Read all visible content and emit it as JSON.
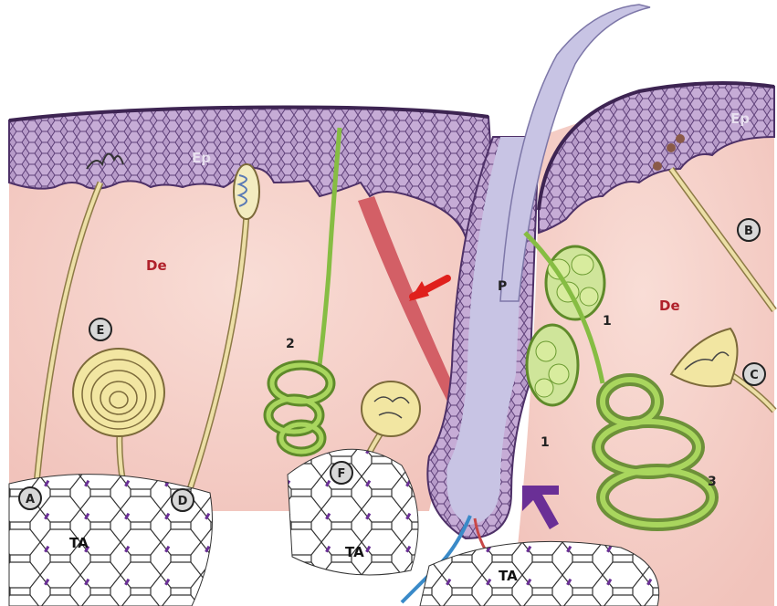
{
  "labels": {
    "ep_left": "Ep",
    "ep_right": "Ep",
    "de_left": "De",
    "de_right": "De",
    "ta_left": "TA",
    "ta_center": "TA",
    "ta_right": "TA",
    "p": "P",
    "gland_1_upper": "1",
    "gland_1_lower": "1",
    "gland_2": "2",
    "gland_3": "3"
  },
  "receptors": {
    "a": "A",
    "b": "B",
    "c": "C",
    "d": "D",
    "e": "E",
    "f": "F"
  },
  "colors": {
    "epidermis": "#9a7ab0",
    "dermis": "#f6d4ce",
    "hair_shaft": "#c8c4e4",
    "gland_green": "#86bd43",
    "nerve_fiber": "#e8d9a0",
    "muscle_red": "#cc4b55",
    "arrow_red": "#e0201c",
    "arrowhead_purple": "#6a2f96"
  }
}
